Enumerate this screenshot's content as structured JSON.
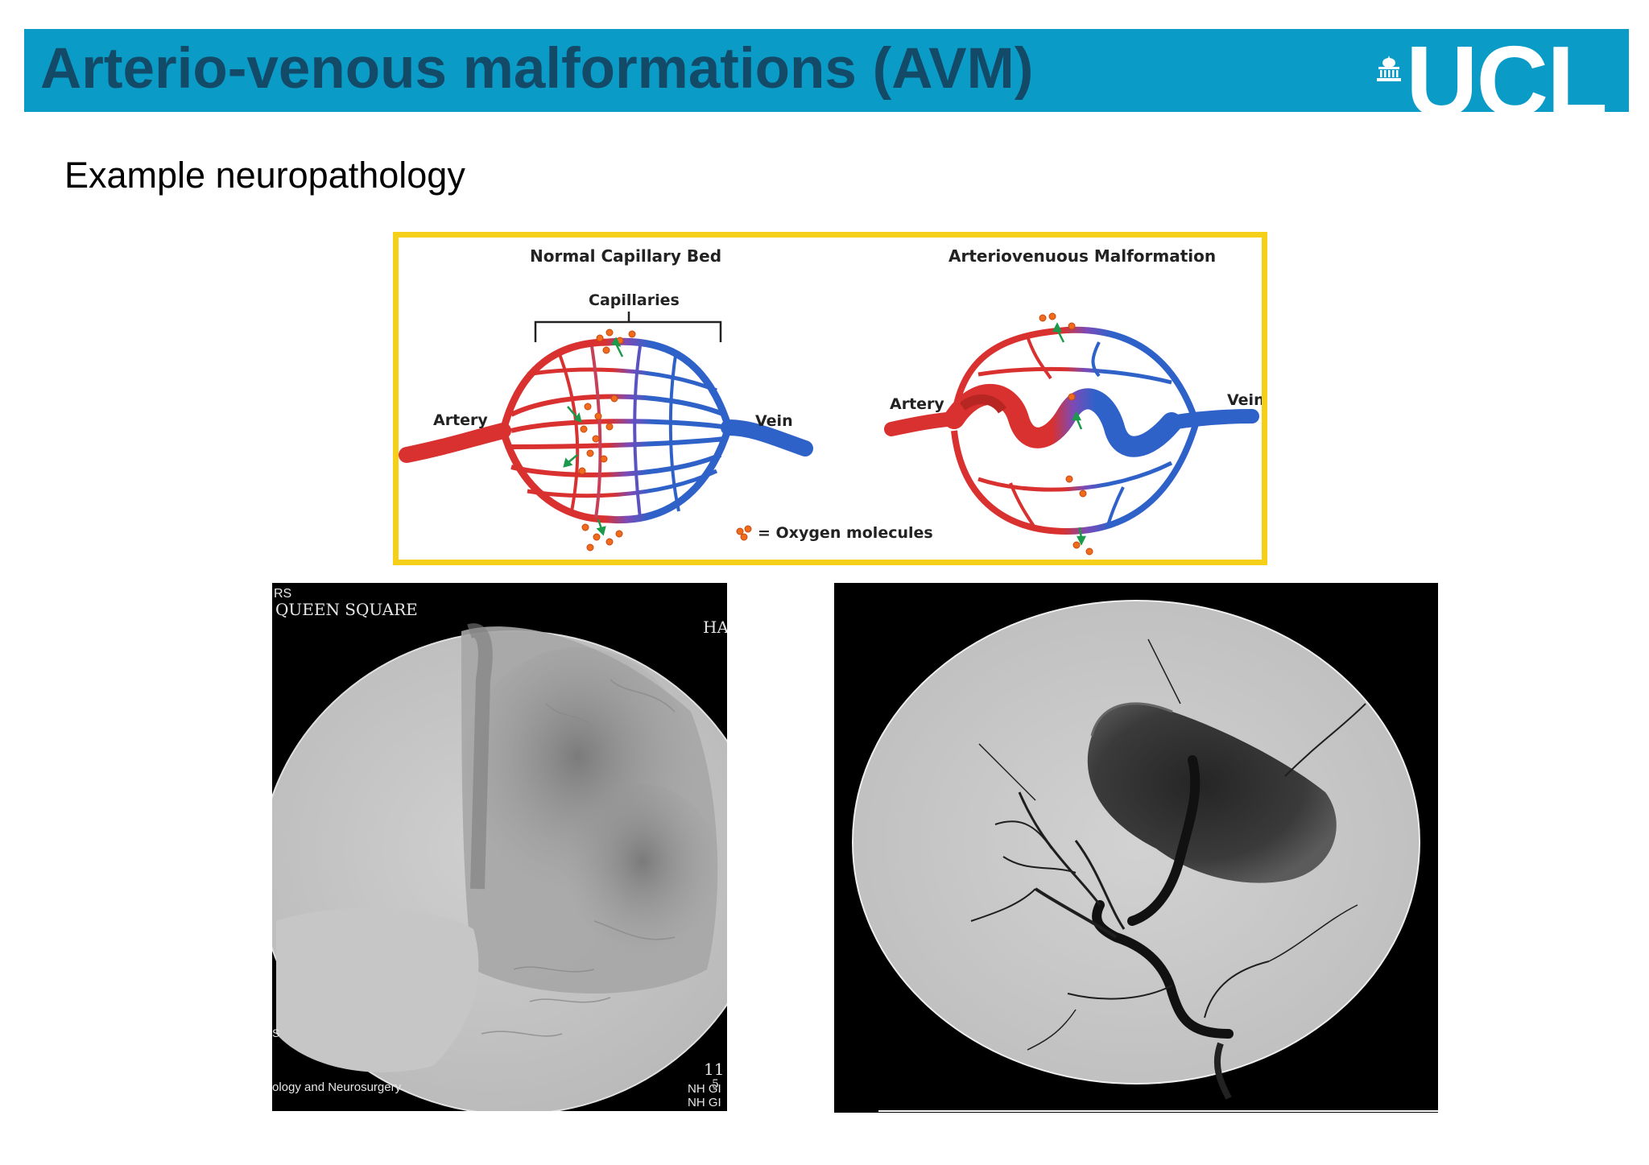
{
  "slide": {
    "title": "Arterio-venous malformations (AVM)",
    "subtitle": "Example neuropathology",
    "logo_text": "UCL",
    "header_color": "#0a9cc7",
    "title_color": "#134a68",
    "diagram_border_color": "#f5cf18"
  },
  "diagram": {
    "left_title": "Normal Capillary Bed",
    "right_title": "Arteriovenuous Malformation",
    "capillaries_label": "Capillaries",
    "artery_label_left": "Artery",
    "vein_label_left": "Vein",
    "artery_label_right": "Artery",
    "vein_label_right": "Vein",
    "legend_label": "= Oxygen molecules",
    "artery_color": "#d9312f",
    "vein_color": "#2f62c9",
    "oxygen_color": "#f26a1b"
  },
  "angiogram_left": {
    "overlay_top_1": "RS",
    "overlay_top_2": "QUEEN SQUARE",
    "overlay_right": "HAF",
    "overlay_left_mid": "S",
    "overlay_num_1": "11",
    "overlay_num_2": "5",
    "overlay_bottom_left": "ology and Neurosurgery",
    "overlay_bottom_right_1": "NH GI",
    "overlay_bottom_right_2": "NH GI"
  }
}
